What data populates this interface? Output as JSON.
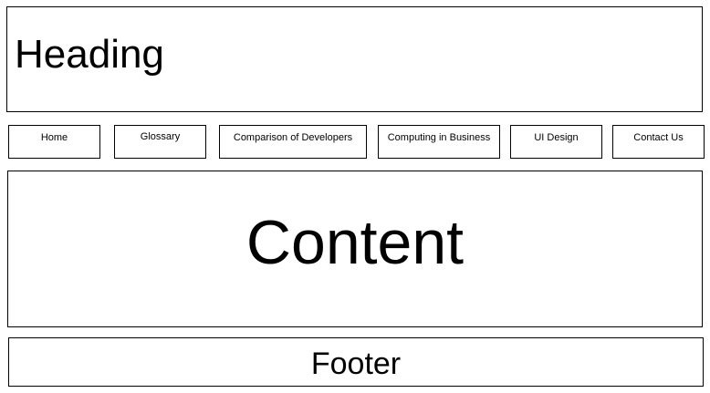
{
  "header": {
    "title": "Heading"
  },
  "nav": {
    "items": [
      {
        "label": "Home"
      },
      {
        "label": "Glossary"
      },
      {
        "label": "Comparison of Developers"
      },
      {
        "label": "Computing in Business"
      },
      {
        "label": "UI Design"
      },
      {
        "label": "Contact Us"
      }
    ]
  },
  "main": {
    "content_label": "Content"
  },
  "footer": {
    "label": "Footer"
  },
  "colors": {
    "border": "#000000",
    "background": "#ffffff",
    "text": "#000000"
  }
}
